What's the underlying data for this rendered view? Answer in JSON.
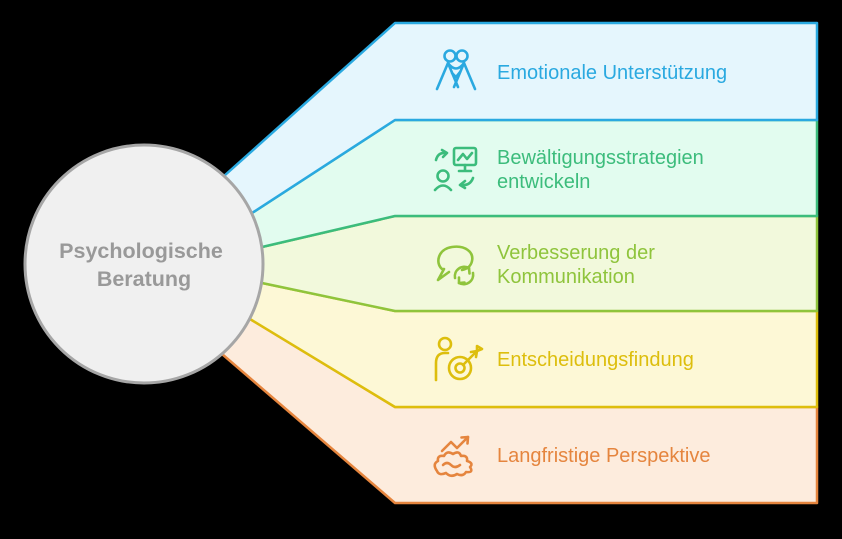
{
  "background": "#000000",
  "center": {
    "label": "Psychologische Beratung",
    "lines": [
      "Psychologische",
      "Beratung"
    ],
    "fill": "#F0F0F0",
    "border": "#A6A6A6",
    "text_color": "#999999"
  },
  "items": [
    {
      "label": "Emotionale Unterstützung",
      "lines": [
        "Emotionale Unterstützung"
      ],
      "icon": "people-support-icon",
      "color": "#2AA9E0",
      "bg": "#E5F6FD"
    },
    {
      "label": "Bewältigungsstrategien entwickeln",
      "lines": [
        "Bewältigungsstrategien",
        "entwickeln"
      ],
      "icon": "strategy-board-icon",
      "color": "#3CBC7C",
      "bg": "#E2FCEF"
    },
    {
      "label": "Verbesserung der Kommunikation",
      "lines": [
        "Verbesserung der",
        "Kommunikation"
      ],
      "icon": "speech-bubble-refresh-icon",
      "color": "#8FC43C",
      "bg": "#F2F9DC"
    },
    {
      "label": "Entscheidungsfindung",
      "lines": [
        "Entscheidungsfindung"
      ],
      "icon": "person-target-icon",
      "color": "#DDBE0D",
      "bg": "#FDF8D6"
    },
    {
      "label": "Langfristige Perspektive",
      "lines": [
        "Langfristige Perspektive"
      ],
      "icon": "brain-trend-icon",
      "color": "#E5853E",
      "bg": "#FDECDD"
    }
  ]
}
